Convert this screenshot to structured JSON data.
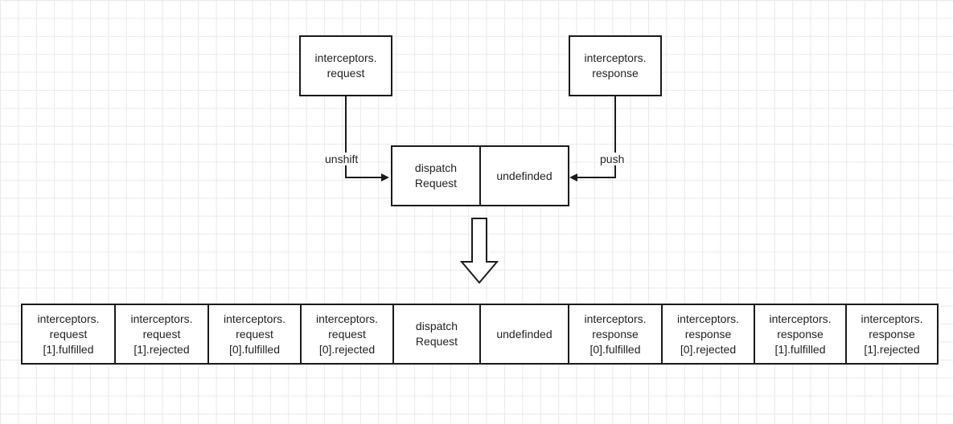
{
  "top_boxes": {
    "req_interceptors": "interceptors.\nrequest",
    "res_interceptors": "interceptors.\nresponse"
  },
  "center": {
    "dispatch": "dispatch\nRequest",
    "undefined": "undefinded"
  },
  "edge_labels": {
    "unshift": "unshift",
    "push": "push"
  },
  "chain": [
    "interceptors.\nrequest\n[1].fulfilled",
    "interceptors.\nrequest\n[1].rejected",
    "interceptors.\nrequest\n[0].fulfilled",
    "interceptors.\nrequest\n[0].rejected",
    "dispatch\nRequest",
    "undefinded",
    "interceptors.\nresponse\n[0].fulfilled",
    "interceptors.\nresponse\n[0].rejected",
    "interceptors.\nresponse\n[1].fulfilled",
    "interceptors.\nresponse\n[1].rejected"
  ]
}
